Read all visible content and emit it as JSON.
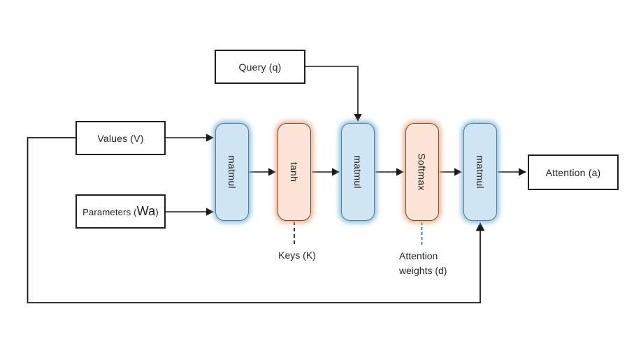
{
  "diagram": {
    "description": "attention-mechanism-flow-diagram",
    "background": "#ffffff"
  },
  "colors": {
    "blue_fill": "#cfe5f3",
    "blue_border": "#5a7e92",
    "blue_glow": "#7db8dd",
    "orange_fill": "#fbe3d5",
    "orange_border": "#565553",
    "orange_glow": "#f3a679",
    "rect_border": "#1f1f1f",
    "line": "#1a1a1a",
    "dashed_blue": "#2e76b5",
    "text": "#262626"
  },
  "boxes": {
    "query": {
      "label": "Query (q)"
    },
    "values": {
      "label": "Values (V)"
    },
    "parameters": {
      "prefix": "Parameters (",
      "math": "Wa",
      "suffix": ")"
    },
    "attention": {
      "label": "Attention (a)"
    }
  },
  "nodes": [
    {
      "label": "matmul",
      "type": "blue"
    },
    {
      "label": "tanh",
      "type": "orange"
    },
    {
      "label": "matmul",
      "type": "blue"
    },
    {
      "label": "Softmax",
      "type": "orange"
    },
    {
      "label": "matmul",
      "type": "blue"
    }
  ],
  "annotations": {
    "keys": {
      "label": "Keys (K)"
    },
    "attention_weights": {
      "line1": "Attention",
      "line2": "weights (d)"
    }
  }
}
